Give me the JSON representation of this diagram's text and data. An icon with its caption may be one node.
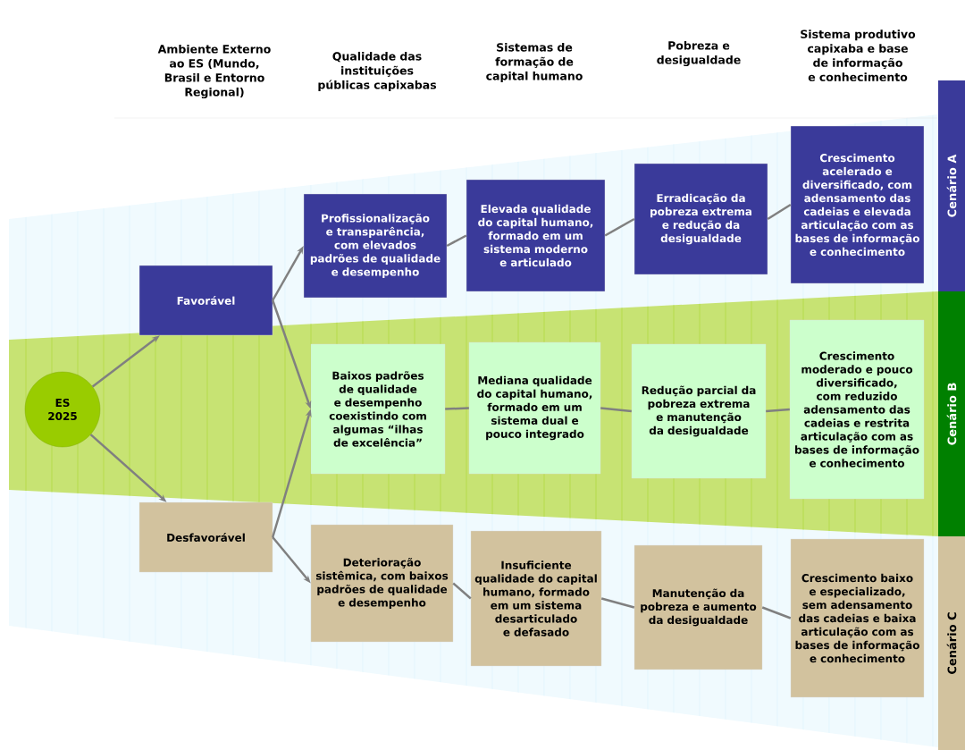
{
  "diagram": {
    "nodes": [
      {
        "text": [
          "ES 2025"
        ]
      },
      {
        "text": [
          "Favorável"
        ]
      },
      {
        "text": [
          "Desfavorável"
        ]
      },
      {
        "text": [
          "Profissionalização e transparência, com elevados padrões de qualidade e desempenho"
        ]
      },
      {
        "text": [
          "Elevada qualidade do capital humano, formado em um sistema moderno e articulado"
        ]
      },
      {
        "text": [
          "Erradicação da pobreza extrema e redução da desigualdade"
        ]
      },
      {
        "text": [
          "Crescimento acelerado e diversificado, com adensamento das cadeias e elevada articulação com as bases de informação e conhecimento"
        ]
      },
      {
        "text": [
          "Baixos padrões de qualidade e desempenho coexistindo com algumas “ilhas de excelência”"
        ]
      },
      {
        "text": [
          "Mediana qualidade do capital humano, formado em um sistema dual e pouco integrado"
        ]
      },
      {
        "text": [
          "Redução parcial da pobreza extrema e manutenção da desigualdade"
        ]
      },
      {
        "text": [
          "Crescimento moderado e pouco diversificado, com reduzido adensamento das cadeias e restrita articulação com as bases de informação e conhecimento"
        ]
      },
      {
        "text": [
          "Deterioração sistêmica, com baixos padrões de qualidade e desempenho"
        ]
      },
      {
        "text": [
          "Insuficiente qualidade do capital humano, formado em um sistema desarticulado e defasado"
        ]
      },
      {
        "text": [
          "Manutenção da pobreza e aumento da desigualdade"
        ]
      },
      {
        "text": [
          "Crescimento baixo e especializado, sem adensamento das cadeias e baixa articulação com as bases de informação e conhecimento"
        ]
      },
      {
        "text": [
          "Cenário A"
        ]
      },
      {
        "text": [
          "Cenário B"
        ]
      },
      {
        "text": [
          "Cenário C"
        ]
      }
    ],
    "edges": [
      {
        "from": 0,
        "to": 1,
        "arrow": "to"
      },
      {
        "from": 0,
        "to": 2,
        "arrow": "to"
      },
      {
        "from": 1,
        "to": 3,
        "arrow": "to"
      },
      {
        "from": 1,
        "to": 7,
        "arrow": "to"
      },
      {
        "from": 2,
        "to": 7,
        "arrow": "to"
      },
      {
        "from": 2,
        "to": 11,
        "arrow": "to"
      },
      {
        "from": 3,
        "to": 4,
        "arrow": "none"
      },
      {
        "from": 4,
        "to": 5,
        "arrow": "none"
      },
      {
        "from": 5,
        "to": 6,
        "arrow": "none"
      },
      {
        "from": 7,
        "to": 8,
        "arrow": "none"
      },
      {
        "from": 8,
        "to": 9,
        "arrow": "none"
      },
      {
        "from": 9,
        "to": 10,
        "arrow": "none"
      },
      {
        "from": 11,
        "to": 12,
        "arrow": "none"
      },
      {
        "from": 12,
        "to": 13,
        "arrow": "none"
      },
      {
        "from": 13,
        "to": 14,
        "arrow": "none"
      }
    ],
    "labels": [
      "Ambiente Externo ao ES (Mundo, Brasil e Entorno Regional)",
      "Qualidade das instituições públicas capixabas",
      "Sistemas de formação de capital humano",
      "Pobreza e desigualdade",
      "Sistema produtivo capixaba e base de informação e conhecimento"
    ]
  }
}
